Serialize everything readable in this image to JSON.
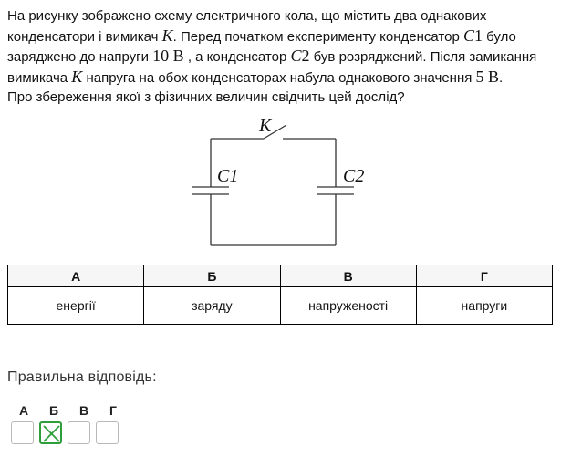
{
  "question": {
    "p1": "На рисунку зображено схему електричного кола, що містить два однакових конденсатори і вимикач ",
    "k1": "K",
    "p2": ". Перед початком експерименту конденсатор ",
    "c1a": "C",
    "c1b": "1",
    "p3": " було заряджено до напруги ",
    "v1": "10 В",
    "p4": " , а конденсатор ",
    "c2a": "C",
    "c2b": "2",
    "p5": " був розряджений. Після замикання вимикача ",
    "k2": "K",
    "p6": " напруга на обох конденсаторах набула однакового значення ",
    "v2": "5 В",
    "p7": ".",
    "p8": "Про збереження якої з фізичних величин свідчить цей дослід?"
  },
  "circuit": {
    "switch_label": "K",
    "cap1_label": "C1",
    "cap2_label": "C2"
  },
  "options": {
    "headers": [
      "А",
      "Б",
      "В",
      "Г"
    ],
    "values": [
      "енергії",
      "заряду",
      "напруженості",
      "напруги"
    ]
  },
  "answer": {
    "label": "Правильна відповідь:",
    "letters": [
      "А",
      "Б",
      "В",
      "Г"
    ],
    "selected": "Б",
    "accent_color": "#2e9e3a"
  }
}
